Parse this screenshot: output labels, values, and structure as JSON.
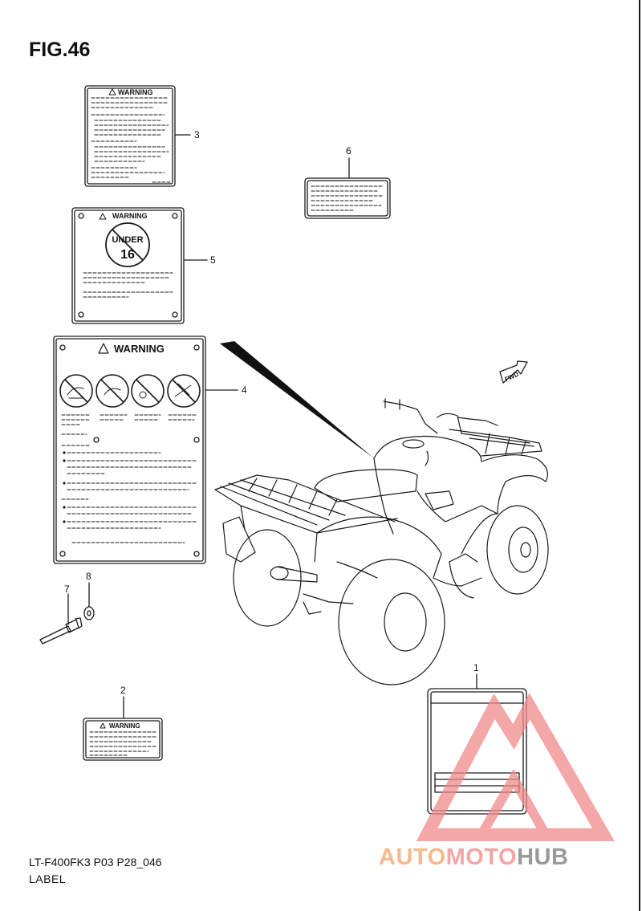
{
  "figure": {
    "title": "FIG.46",
    "model_code": "LT-F400FK3 P03 P28_046",
    "section": "LABEL"
  },
  "labels": {
    "warning_text": "WARNING",
    "under_text": "UNDER",
    "age_number": "16",
    "fwd_text": "FWD"
  },
  "callouts": [
    "1",
    "2",
    "3",
    "4",
    "5",
    "6",
    "7",
    "8"
  ],
  "watermark": {
    "part_a": "AUTO",
    "part_b": "MOTO",
    "part_c": "HUB"
  },
  "colors": {
    "line": "#1a1a1a",
    "watermark_orange": "#f6b98c",
    "watermark_red": "#f2a6a6",
    "watermark_gray": "#9a9a9a",
    "watermark_triangle": "#f08a8a"
  }
}
